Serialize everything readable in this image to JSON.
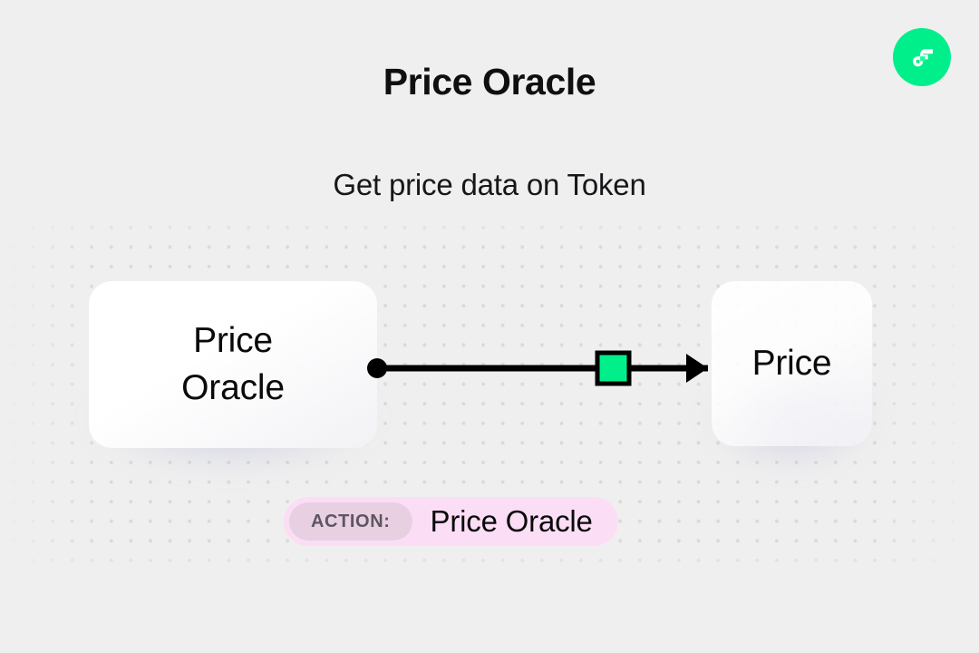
{
  "brand": {
    "logo_icon": "flow-logo-icon",
    "logo_color": "#00EF8B"
  },
  "header": {
    "title": "Price Oracle",
    "subtitle": "Get price data on Token"
  },
  "canvas": {
    "background_color": "#EFEFEF",
    "dot_color": "#DADADA",
    "nodes": [
      {
        "id": "source",
        "label": "Price\nOracle",
        "shadow_color": "#9698CD"
      },
      {
        "id": "target",
        "label": "Price",
        "shadow_color": "#9698CD"
      }
    ],
    "connector": {
      "start_handle_icon": "circle-handle-icon",
      "end_handle_icon": "arrow-head-icon",
      "marker_icon": "green-square-marker-icon",
      "marker_color": "#00EF8B",
      "line_color": "#000000"
    }
  },
  "action": {
    "badge_label": "ACTION:",
    "name": "Price Oracle",
    "pill_color": "#FBDEF5",
    "badge_color": "#E8D0E2"
  }
}
